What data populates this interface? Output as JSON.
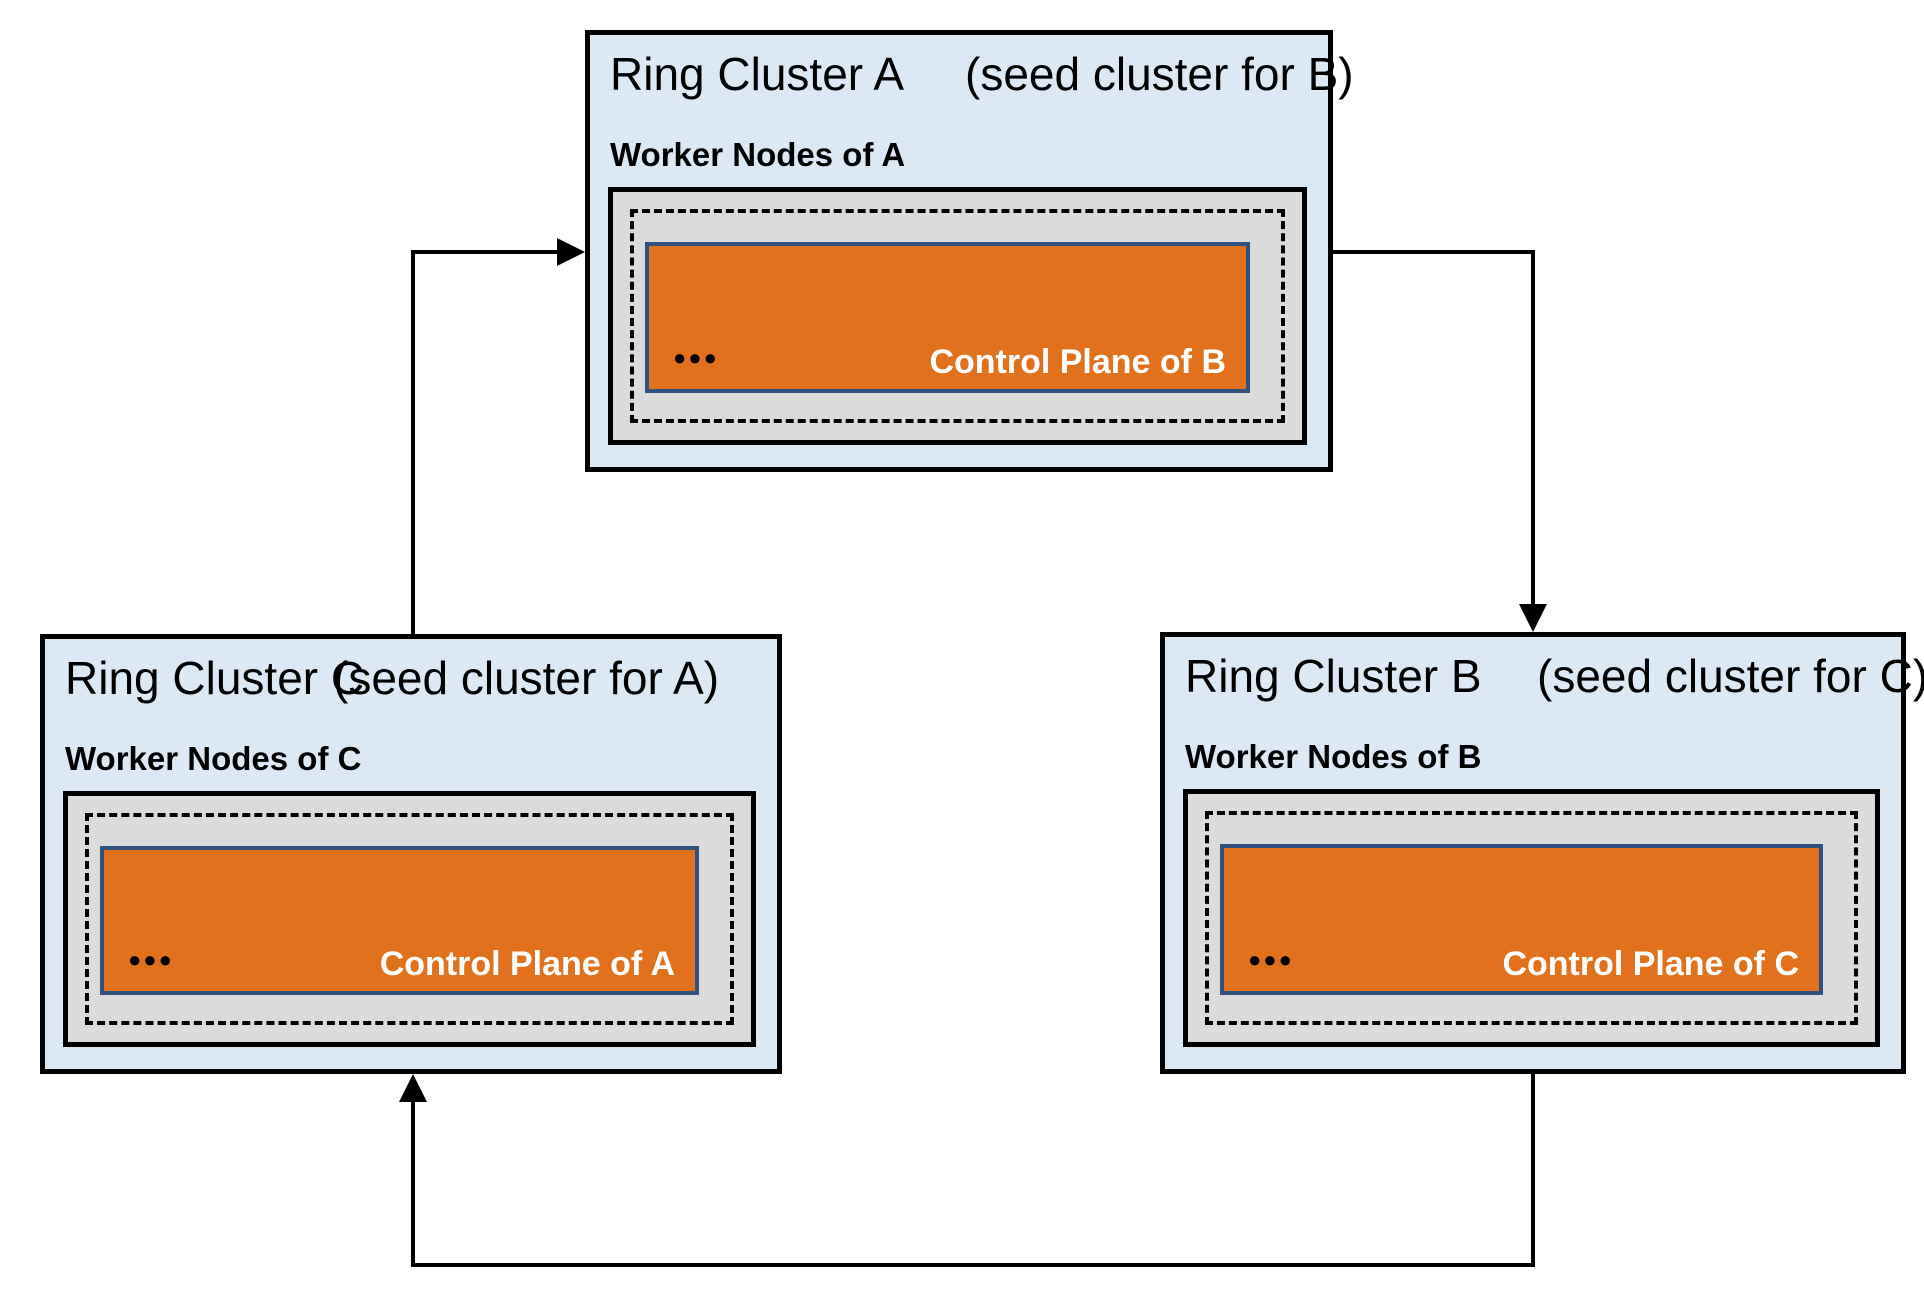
{
  "diagram": {
    "clusters": [
      {
        "id": "A",
        "title": "Ring Cluster A",
        "seed_note": "(seed cluster for B)",
        "worker_label": "Worker Nodes of A",
        "control_plane_label": "Control Plane of B",
        "dots": "●●●"
      },
      {
        "id": "B",
        "title": "Ring Cluster B",
        "seed_note": "(seed cluster for C)",
        "worker_label": "Worker Nodes of B",
        "control_plane_label": "Control Plane of C",
        "dots": "●●●"
      },
      {
        "id": "C",
        "title": "Ring Cluster C",
        "seed_note": "(seed cluster for A)",
        "worker_label": "Worker Nodes of C",
        "control_plane_label": "Control Plane of A",
        "dots": "●●●"
      }
    ],
    "arrows": [
      {
        "from": "Ring Cluster A",
        "to": "Ring Cluster B"
      },
      {
        "from": "Ring Cluster B",
        "to": "Ring Cluster C"
      },
      {
        "from": "Ring Cluster C",
        "to": "Ring Cluster A"
      }
    ],
    "colors": {
      "cluster_fill": "#dde8f5",
      "worker_fill": "#dbdbdb",
      "orange_fill": "#e2711d",
      "orange_border": "#2f5180",
      "arrow_color": "#000000",
      "title_text": "#000000",
      "control_text": "#ffffff"
    }
  }
}
